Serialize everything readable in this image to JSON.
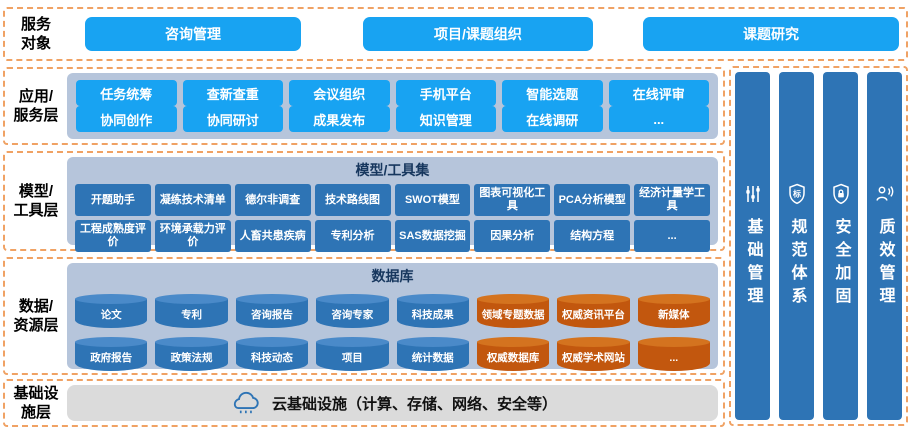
{
  "colors": {
    "accent_blue": "#18A3F2",
    "dark_blue": "#2E74B5",
    "orange": "#C2570E",
    "panel_bg": "#B6C5DB",
    "dashed_border": "#F0A264",
    "infra_gray": "#DBDBDB"
  },
  "layers": {
    "service": {
      "label": "服务\n对象",
      "items": [
        "咨询管理",
        "项目/课题组织",
        "课题研究"
      ]
    },
    "app": {
      "label": "应用/\n服务层",
      "rows": [
        [
          "任务统筹",
          "查新查重",
          "会议组织",
          "手机平台",
          "智能选题",
          "在线评审"
        ],
        [
          "协同创作",
          "协同研讨",
          "成果发布",
          "知识管理",
          "在线调研",
          "..."
        ]
      ]
    },
    "model": {
      "label": "模型/\n工具层",
      "title": "模型/工具集",
      "rows": [
        [
          "开题助手",
          "凝练技术清单",
          "德尔非调查",
          "技术路线图",
          "SWOT模型",
          "图表可视化工具",
          "PCA分析模型",
          "经济计量学工具"
        ],
        [
          "工程成熟度评价",
          "环境承载力评价",
          "人畜共患疾病",
          "专利分析",
          "SAS数据挖掘",
          "因果分析",
          "结构方程",
          "..."
        ]
      ]
    },
    "data": {
      "label": "数据/\n资源层",
      "title": "数据库",
      "rows": [
        [
          {
            "label": "论文",
            "color": "blue"
          },
          {
            "label": "专利",
            "color": "blue"
          },
          {
            "label": "咨询报告",
            "color": "blue"
          },
          {
            "label": "咨询专家",
            "color": "blue"
          },
          {
            "label": "科技成果",
            "color": "blue"
          },
          {
            "label": "领域专题数据",
            "color": "orange"
          },
          {
            "label": "权威资讯平台",
            "color": "orange"
          },
          {
            "label": "新媒体",
            "color": "orange"
          }
        ],
        [
          {
            "label": "政府报告",
            "color": "blue"
          },
          {
            "label": "政策法规",
            "color": "blue"
          },
          {
            "label": "科技动态",
            "color": "blue"
          },
          {
            "label": "项目",
            "color": "blue"
          },
          {
            "label": "统计数据",
            "color": "blue"
          },
          {
            "label": "权威数据库",
            "color": "orange"
          },
          {
            "label": "权威学术网站",
            "color": "orange"
          },
          {
            "label": "...",
            "color": "orange"
          }
        ]
      ]
    },
    "infra": {
      "label": "基础设\n施层",
      "text": "云基础设施（计算、存储、网络、安全等）"
    }
  },
  "pillars": [
    {
      "label": "基础管理",
      "icon": "sliders-icon"
    },
    {
      "label": "规范体系",
      "icon": "shield-standard-icon"
    },
    {
      "label": "安全加固",
      "icon": "shield-lock-icon"
    },
    {
      "label": "质效管理",
      "icon": "person-announce-icon"
    }
  ]
}
